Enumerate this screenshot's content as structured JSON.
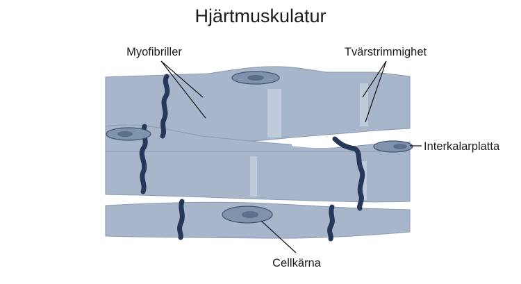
{
  "title": "Hjärtmuskulatur",
  "labels": {
    "myofibrils": "Myofibriller",
    "striations": "Tvärstrimmighet",
    "intercalated_disc": "Interkalarplatta",
    "nucleus": "Cellkärna"
  },
  "colors": {
    "cell_fill": "#a7b6ca",
    "cell_light": "#c7d2e0",
    "striation": "#3f4f6a",
    "disc": "#263859",
    "nucleus_fill": "#7f93ad",
    "nucleus_core": "#5b6f8c",
    "background": "#ffffff"
  }
}
